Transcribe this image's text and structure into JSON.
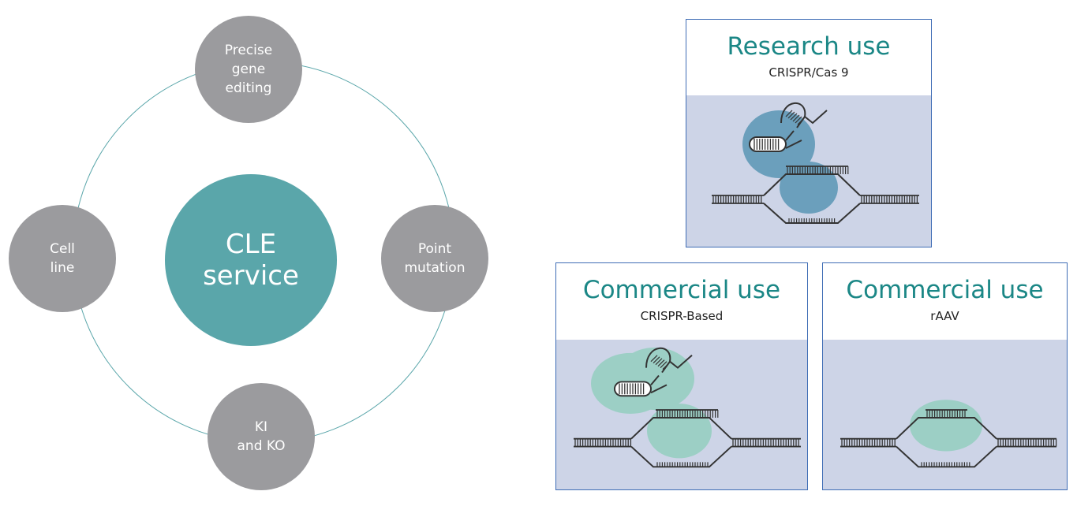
{
  "cycle": {
    "hub": {
      "label": "CLE\nservice"
    },
    "satellites": [
      {
        "label": "Precise\ngene\nediting"
      },
      {
        "label": "Point\nmutation"
      },
      {
        "label": "KI\nand KO"
      },
      {
        "label": "Cell\nline"
      }
    ]
  },
  "panels": [
    {
      "title": "Research use",
      "subtitle": "CRISPR/Cas 9"
    },
    {
      "title": "Commercial use",
      "subtitle": "CRISPR-Based"
    },
    {
      "title": "Commercial use",
      "subtitle": "rAAV"
    }
  ],
  "colors": {
    "teal_title": "#1b8786",
    "hub_fill": "#5aa6aa",
    "satellite_fill": "#9b9b9e",
    "ring_stroke": "#5aa6aa",
    "panel_art_bg": "#cdd4e7",
    "research_blob": "#6b9fbc",
    "commercial_blob": "#9ccfc5",
    "dna": "#333333"
  },
  "icons": [
    "cas9-protein-icon",
    "guide-rna-hairpin-icon",
    "dna-double-helix-icon",
    "raav-donor-icon"
  ]
}
